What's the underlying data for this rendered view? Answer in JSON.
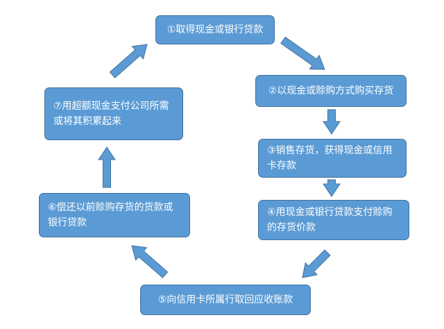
{
  "diagram": {
    "steps": [
      {
        "id": 1,
        "text": "①取得现金或银行贷款"
      },
      {
        "id": 2,
        "text": "②以现金或赊购方式购买存货"
      },
      {
        "id": 3,
        "text": "③销售存货，获得现金或信用卡存款"
      },
      {
        "id": 4,
        "text": "④用现金或银行贷款支付赊购的存货价款"
      },
      {
        "id": 5,
        "text": "⑤向信用卡所属行取回应收账款"
      },
      {
        "id": 6,
        "text": "⑥偿还以前赊购存货的货款或银行贷款"
      },
      {
        "id": 7,
        "text": "⑦用超额现金支付公司所需或将其积累起来"
      }
    ],
    "colors": {
      "box_fill": "#5b9bd5",
      "box_border": "#41719c",
      "arrow_fill": "#5b9bd5",
      "arrow_border": "#41719c",
      "text": "#ffffff"
    }
  }
}
